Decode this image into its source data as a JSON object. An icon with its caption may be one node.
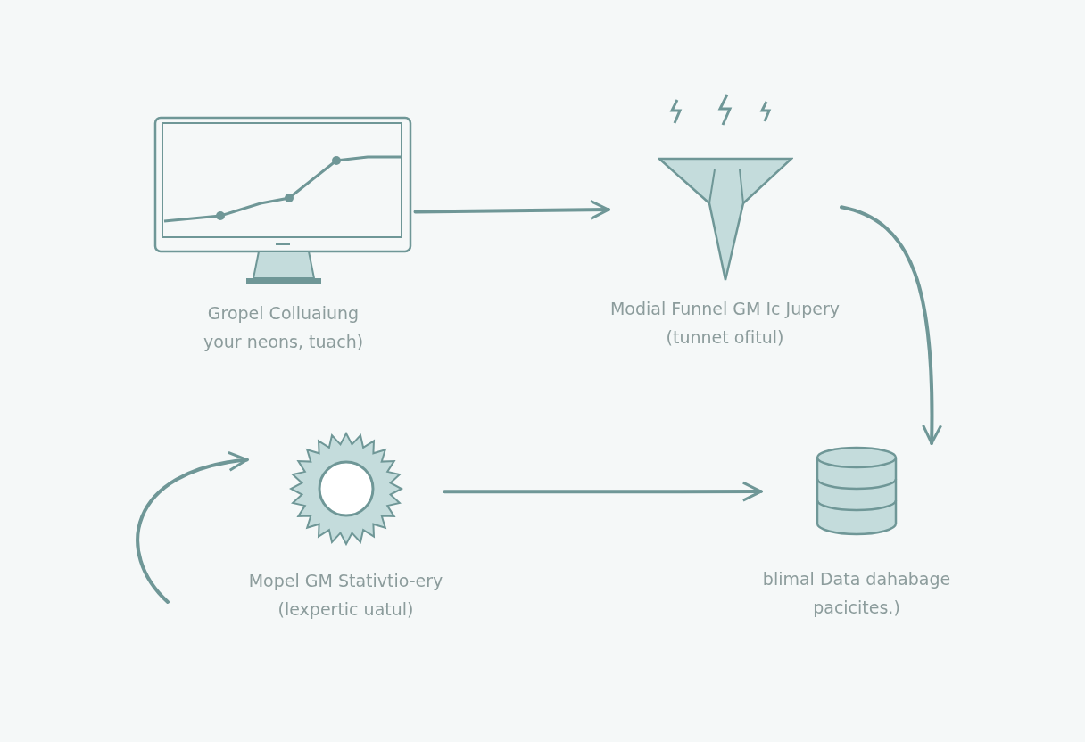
{
  "diagram": {
    "nodes": [
      {
        "text": [
          "Gropel Colluaiung",
          "your neons, tuach)"
        ]
      },
      {
        "text": [
          "Modial Funnel GM Ic Jupery",
          "(tunnet ofitul)"
        ]
      },
      {
        "text": [
          "Mopel GM Stativtio-ery",
          "(lexpertic uatul)"
        ]
      },
      {
        "text": [
          "blimal Data dahabage",
          "pacicites.)"
        ]
      }
    ],
    "edges": [
      {
        "from": 0,
        "to": 1,
        "arrow": "to"
      },
      {
        "from": 1,
        "to": 3,
        "arrow": "to"
      },
      {
        "from": 2,
        "to": 3,
        "arrow": "to"
      },
      {
        "from": null,
        "to": 2,
        "arrow": "to"
      }
    ]
  }
}
